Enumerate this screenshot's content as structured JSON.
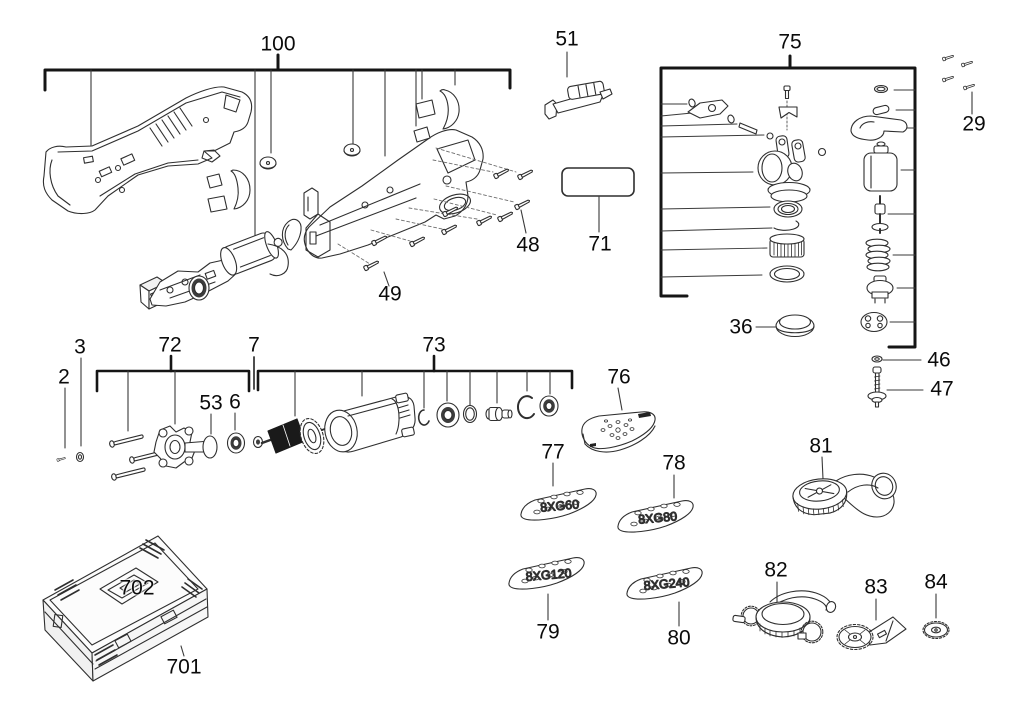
{
  "diagram": {
    "description": "Exploded parts diagram of a cordless oscillating multi-tool with head assembly, sanding accessories and carrying case",
    "callouts": [
      {
        "id": "100",
        "label": "100"
      },
      {
        "id": "51",
        "label": "51"
      },
      {
        "id": "75",
        "label": "75"
      },
      {
        "id": "29",
        "label": "29"
      },
      {
        "id": "48",
        "label": "48"
      },
      {
        "id": "49",
        "label": "49"
      },
      {
        "id": "71",
        "label": "71"
      },
      {
        "id": "36",
        "label": "36"
      },
      {
        "id": "46",
        "label": "46"
      },
      {
        "id": "47",
        "label": "47"
      },
      {
        "id": "2",
        "label": "2"
      },
      {
        "id": "3",
        "label": "3"
      },
      {
        "id": "72",
        "label": "72"
      },
      {
        "id": "53",
        "label": "53"
      },
      {
        "id": "6",
        "label": "6"
      },
      {
        "id": "7",
        "label": "7"
      },
      {
        "id": "73",
        "label": "73"
      },
      {
        "id": "76",
        "label": "76"
      },
      {
        "id": "77",
        "label": "77"
      },
      {
        "id": "78",
        "label": "78"
      },
      {
        "id": "79",
        "label": "79"
      },
      {
        "id": "80",
        "label": "80"
      },
      {
        "id": "81",
        "label": "81"
      },
      {
        "id": "82",
        "label": "82"
      },
      {
        "id": "83",
        "label": "83"
      },
      {
        "id": "84",
        "label": "84"
      },
      {
        "id": "702",
        "label": "702"
      },
      {
        "id": "701",
        "label": "701"
      }
    ],
    "pad_markings": [
      {
        "text": "8XG60"
      },
      {
        "text": "8XG80"
      },
      {
        "text": "8XG120"
      },
      {
        "text": "8XG240"
      }
    ],
    "colors": {
      "line": "#2f2f2f",
      "bracket": "#151515",
      "dark_fill": "#1a1a1a",
      "shade": "#f1f1f1",
      "pad_text": "#4f4f4f",
      "background": "#ffffff"
    }
  }
}
